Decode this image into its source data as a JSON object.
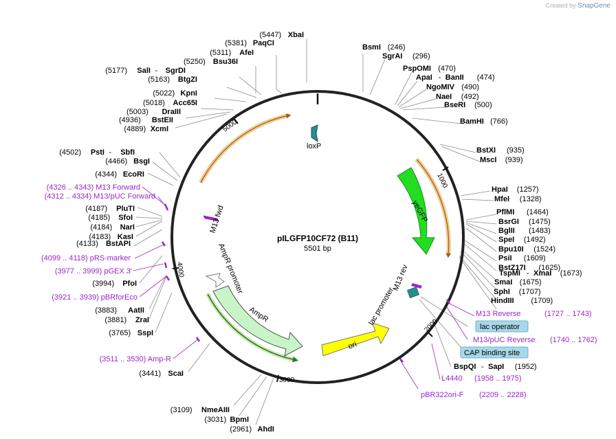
{
  "brand": {
    "created_by": "Created by",
    "name": "SnapGene"
  },
  "map": {
    "name": "pILGFP10CF72 (B11)",
    "length_label": "5501 bp",
    "ticks": [
      "1000",
      "2000",
      "3000",
      "4000",
      "5000"
    ]
  },
  "features": {
    "loxp": "loxP",
    "yegfp": "yeGFP",
    "m13fwd": "M13 fwd",
    "m13rev": "M13 rev",
    "lacpromoter": "lac promoter",
    "ampr_promoter": "AmpR promoter",
    "ampr": "AmpR",
    "ori": "ori"
  },
  "left_labels": [
    {
      "pos": "(5447)",
      "name": "XbaI"
    },
    {
      "pos": "(5381)",
      "name": "PaqCI"
    },
    {
      "pos": "(5311)",
      "name": "AfeI"
    },
    {
      "pos": "(5250)",
      "name": "Bsu36I"
    },
    {
      "pos": "(5177)",
      "name": "SalI",
      "extra": "SgrDI"
    },
    {
      "pos": "(5163)",
      "name": "BtgZI"
    },
    {
      "pos": "(5022)",
      "name": "KpnI"
    },
    {
      "pos": "(5018)",
      "name": "Acc65I"
    },
    {
      "pos": "(5003)",
      "name": "DraIII"
    },
    {
      "pos": "(4936)",
      "name": "BstEII"
    },
    {
      "pos": "(4889)",
      "name": "XcmI"
    },
    {
      "pos": "(4502)",
      "name": "PstI",
      "extra": "SbfI"
    },
    {
      "pos": "(4466)",
      "name": "BsgI"
    },
    {
      "pos": "(4344)",
      "name": "EcoRI"
    },
    {
      "pos": "(4187)",
      "name": "PluTI"
    },
    {
      "pos": "(4185)",
      "name": "SfoI"
    },
    {
      "pos": "(4184)",
      "name": "NarI"
    },
    {
      "pos": "(4183)",
      "name": "KasI"
    },
    {
      "pos": "(4133)",
      "name": "BstAPI"
    },
    {
      "pos": "(3994)",
      "name": "PfoI"
    },
    {
      "pos": "(3883)",
      "name": "AatII"
    },
    {
      "pos": "(3881)",
      "name": "ZraI"
    },
    {
      "pos": "(3765)",
      "name": "SspI"
    },
    {
      "pos": "(3441)",
      "name": "ScaI"
    },
    {
      "pos": "(3109)",
      "name": "NmeAIII"
    },
    {
      "pos": "(3031)",
      "name": "BpmI"
    },
    {
      "pos": "(2961)",
      "name": "AhdI"
    }
  ],
  "left_primers": [
    "(4326 .. 4343)  M13 Forward",
    "(4312 .. 4334)  M13/pUC Forward",
    "(4099 .. 4118)  pRS-marker",
    "(3977 .. 3999)  pGEX 3'",
    "(3921 .. 3939)  pBRforEco",
    "(3511 .. 3530)  Amp-R"
  ],
  "right_labels": [
    {
      "name": "BsmI",
      "pos": "(246)"
    },
    {
      "name": "SgrAI",
      "pos": "(296)"
    },
    {
      "name": "PspOMI",
      "pos": "(470)"
    },
    {
      "name": "ApaI",
      "extra": "BanII",
      "pos": "(474)"
    },
    {
      "name": "NgoMIV",
      "pos": "(490)"
    },
    {
      "name": "NaeI",
      "pos": "(492)"
    },
    {
      "name": "BseRI",
      "pos": "(500)"
    },
    {
      "name": "BamHI",
      "pos": "(766)"
    },
    {
      "name": "BstXI",
      "pos": "(935)"
    },
    {
      "name": "MscI",
      "pos": "(939)"
    },
    {
      "name": "HpaI",
      "pos": "(1257)"
    },
    {
      "name": "MfeI",
      "pos": "(1328)"
    },
    {
      "name": "PflMI",
      "pos": "(1464)"
    },
    {
      "name": "BsrGI",
      "pos": "(1475)"
    },
    {
      "name": "BglII",
      "pos": "(1483)"
    },
    {
      "name": "SpeI",
      "pos": "(1492)"
    },
    {
      "name": "Bpu10I",
      "pos": "(1524)"
    },
    {
      "name": "PsiI",
      "pos": "(1609)"
    },
    {
      "name": "BstZ17I",
      "pos": "(1625)"
    },
    {
      "name": "TspMI",
      "extra": "XmaI",
      "pos": "(1673)"
    },
    {
      "name": "SmaI",
      "pos": "(1675)"
    },
    {
      "name": "SphI",
      "pos": "(1707)"
    },
    {
      "name": "HindIII",
      "pos": "(1709)"
    },
    {
      "name": "BspQI",
      "extra": "SapI",
      "pos": "(1952)"
    }
  ],
  "right_primers": {
    "m13_reverse": "M13 Reverse",
    "m13_reverse_pos": "(1727 .. 1743)",
    "m13puc_reverse": "M13/pUC Reverse",
    "m13puc_reverse_pos": "(1740 .. 1762)",
    "l4440": "L4440",
    "l4440_pos": "(1958 .. 1975)",
    "pbr322": "pBR322ori-F",
    "pbr322_pos": "(2209 .. 2228)"
  },
  "boxes": {
    "lac_operator": "lac operator",
    "cap_binding": "CAP binding site"
  },
  "colors": {
    "gfp": "#22dd22",
    "ampr": "#c8f5c8",
    "ori": "#ffff00",
    "primer": "#9a27c8",
    "loxp": "#2a8c8c",
    "box": "#a8d8e8",
    "orange_arc": "#e8a040"
  }
}
